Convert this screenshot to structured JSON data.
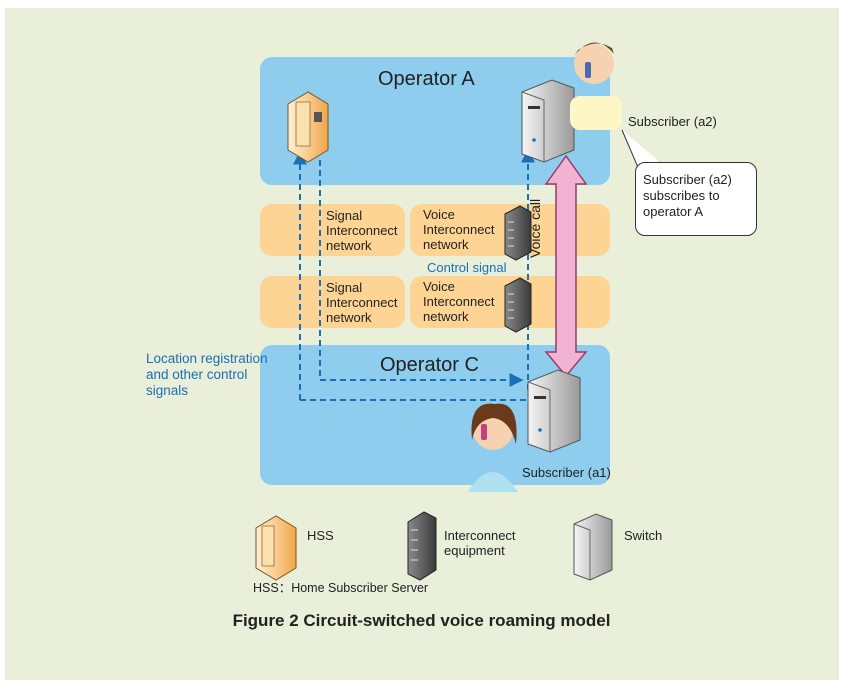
{
  "operators": {
    "a": "Operator A",
    "c": "Operator C"
  },
  "bands": {
    "signal": [
      "Signal",
      "Interconnect",
      "network"
    ],
    "voice": [
      "Voice",
      "Interconnect",
      "network"
    ]
  },
  "labels": {
    "control_signal": "Control signal",
    "voice_call": "Voice call",
    "location_registration": [
      "Location registration",
      "and other control",
      "signals"
    ],
    "subscriber_a2": "Subscriber (a2)",
    "subscriber_a1": "Subscriber (a1)"
  },
  "callout": [
    "Subscriber (a2)",
    "subscribes to",
    "operator A",
    ""
  ],
  "legend": {
    "hss": "HSS",
    "interconnect": [
      "Interconnect",
      "equipment"
    ],
    "switch": "Switch",
    "abbreviation": "HSS：Home Subscriber Server"
  },
  "caption": "Figure 2  Circuit-switched voice roaming model",
  "colors": {
    "panel": "#e9efd9",
    "operator_region": "#8fcdee",
    "interconnect_band": "#fdd493",
    "signal_line": "#1a6fb5",
    "voice_call_arrow": "#f2b3d3"
  }
}
